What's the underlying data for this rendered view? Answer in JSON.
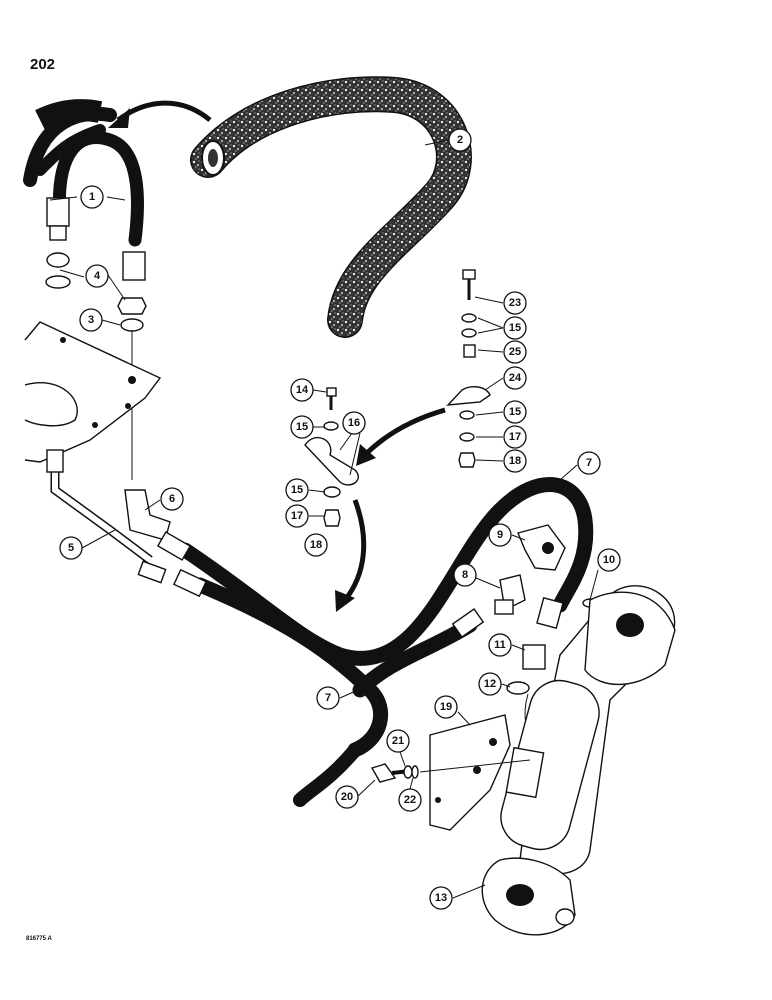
{
  "page_number": "202",
  "figure_code": "816775 A",
  "callouts": [
    {
      "label": "1"
    },
    {
      "label": "2"
    },
    {
      "label": "3"
    },
    {
      "label": "4"
    },
    {
      "label": "5"
    },
    {
      "label": "6"
    },
    {
      "label": "7"
    },
    {
      "label": "7"
    },
    {
      "label": "8"
    },
    {
      "label": "9"
    },
    {
      "label": "10"
    },
    {
      "label": "11"
    },
    {
      "label": "12"
    },
    {
      "label": "13"
    },
    {
      "label": "14"
    },
    {
      "label": "15"
    },
    {
      "label": "16"
    },
    {
      "label": "15"
    },
    {
      "label": "17"
    },
    {
      "label": "18"
    },
    {
      "label": "19"
    },
    {
      "label": "20"
    },
    {
      "label": "21"
    },
    {
      "label": "22"
    },
    {
      "label": "23"
    },
    {
      "label": "15"
    },
    {
      "label": "25"
    },
    {
      "label": "24"
    },
    {
      "label": "15"
    },
    {
      "label": "17"
    },
    {
      "label": "18"
    }
  ]
}
